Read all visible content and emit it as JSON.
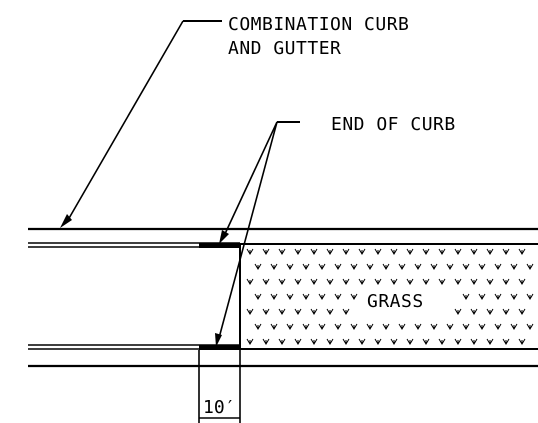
{
  "labels": {
    "combination_line1": "COMBINATION CURB",
    "combination_line2": "AND GUTTER",
    "end_of_curb": "END OF CURB",
    "grass": "GRASS",
    "dimension": "10′"
  },
  "colors": {
    "ink": "#000000",
    "background": "#ffffff"
  },
  "symbols": {
    "grass_tuft": "grass-tuft-symbol"
  }
}
